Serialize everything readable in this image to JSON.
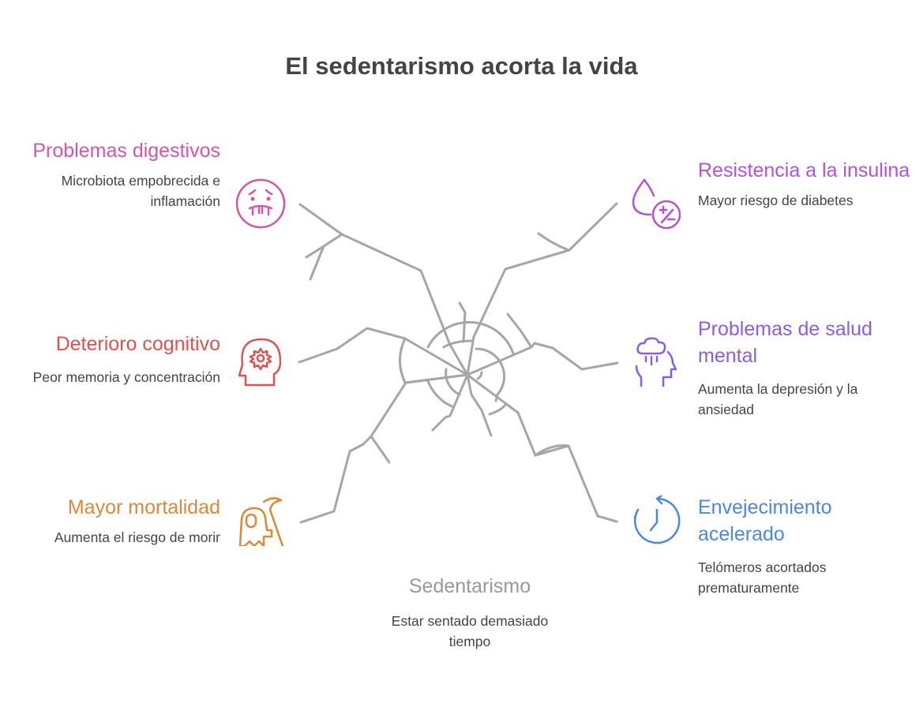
{
  "title": "El sedentarismo acorta la vida",
  "center": {
    "heading": "Sedentarismo",
    "description": "Estar sentado demasiado tiempo"
  },
  "effects": [
    {
      "heading": "Problemas digestivos",
      "description": "Microbiota empobrecida e inflamación",
      "icon": "nauseous-face-icon",
      "color": "#d456a8"
    },
    {
      "heading": "Deterioro cognitivo",
      "description": "Peor memoria y concentración",
      "icon": "head-gear-icon",
      "color": "#db5452"
    },
    {
      "heading": "Mayor mortalidad",
      "description": "Aumenta el riesgo de morir",
      "icon": "grim-reaper-icon",
      "color": "#d98a38"
    },
    {
      "heading": "Resistencia a la insulina",
      "description": "Mayor riesgo de diabetes",
      "icon": "blood-drop-percent-icon",
      "color": "#b452d6"
    },
    {
      "heading": "Problemas de salud mental",
      "description": "Aumenta la depresión y la ansiedad",
      "icon": "head-raincloud-icon",
      "color": "#8a5ee0"
    },
    {
      "heading": "Envejecimiento acelerado",
      "description": "Telómeros acortados prematuramente",
      "icon": "clock-rewind-icon",
      "color": "#4d88dc"
    }
  ]
}
